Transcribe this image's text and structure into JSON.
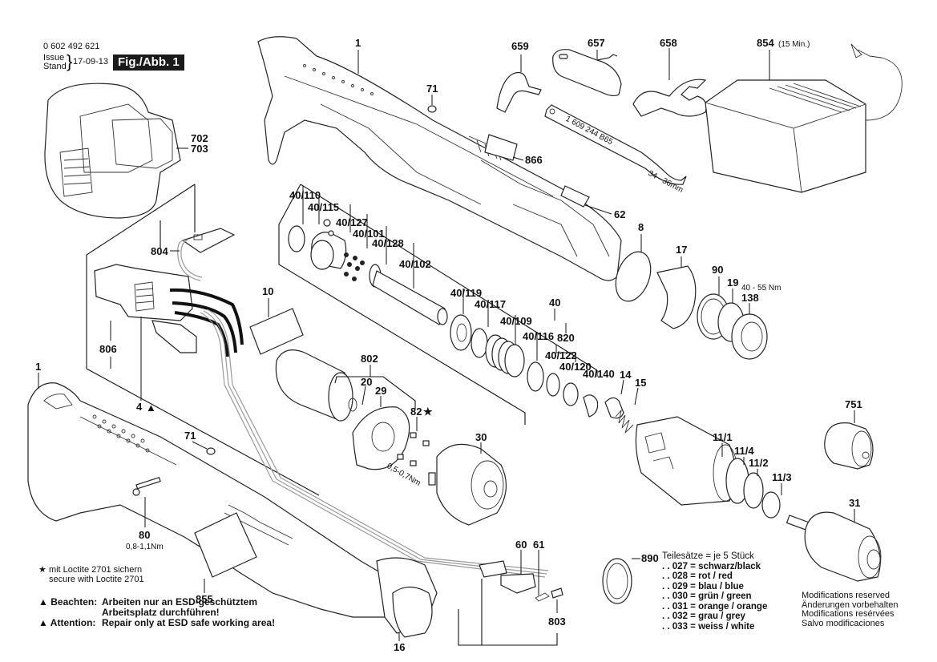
{
  "header": {
    "part_number": "0 602 492 621",
    "issue_label": "Issue",
    "stand_label": "Stand",
    "date": "17-09-13",
    "figure_label": "Fig./Abb. 1"
  },
  "callouts": {
    "housing_top": "1",
    "housing_bottom": "1",
    "cap_top": "71",
    "cap_bottom": "71",
    "clip": "659",
    "hex_key": "657",
    "wrench": "658",
    "charger": "854",
    "charger_note": "(15 Min.)",
    "battery_a": "702",
    "battery_b": "703",
    "label_866": "866",
    "label_62": "62",
    "pcb": "804",
    "switch_group": "806",
    "switch": "4",
    "pad": "10",
    "ring_8": "8",
    "nose_17": "17",
    "ring_90": "90",
    "ring_19": "19",
    "nut_138": "138",
    "torque_138": "40 - 55 Nm",
    "g40_110": "40/110",
    "g40_115": "40/115",
    "g40_127": "40/127",
    "g40_101": "40/101",
    "g40_128": "40/128",
    "g40_102": "40/102",
    "g40_119": "40/119",
    "g40_117": "40/117",
    "g40_109": "40/109",
    "g40_116": "40/116",
    "g40": "40",
    "g820": "820",
    "g40_122": "40/122",
    "g40_120": "40/120",
    "g40_140": "40/140",
    "motor_group": "802",
    "motor_20": "20",
    "plate_29": "29",
    "screw_82": "82",
    "screw_torque": "0,5-0,7Nm",
    "gear_30": "30",
    "part_14": "14",
    "part_15": "15",
    "head_11_1": "11/1",
    "ring_11_4": "11/4",
    "ring_11_2": "11/2",
    "ring_11_3": "11/3",
    "part_751": "751",
    "part_31": "31",
    "screw_80": "80",
    "screw_80_torque": "0,8-1,1Nm",
    "label_855": "855",
    "ring_890": "890",
    "part_60": "60",
    "part_61": "61",
    "part_803": "803",
    "part_16": "16",
    "wrench_text": "1 609 244 B65",
    "wrench_size": "34 - 36mm"
  },
  "notes": {
    "loctite_de": "mit Loctite 2701 sichern",
    "loctite_en": "secure with Loctite 2701",
    "esd_de_label": "Beachten:",
    "esd_de_text_1": "Arbeiten nur an ESD-geschütztem",
    "esd_de_text_2": "Arbeitsplatz durchführen!",
    "esd_en_label": "Attention:",
    "esd_en_text": "Repair only at ESD safe working area!"
  },
  "color_sets": {
    "title": "Teilesätze = je 5 Stück",
    "items": [
      ". . 027 = schwarz/black",
      ". . 028 = rot / red",
      ". . 029 = blau / blue",
      ". . 030 = grün / green",
      ". . 031 = orange / orange",
      ". . 032 = grau / grey",
      ". . 033 = weiss / white"
    ]
  },
  "modifications": [
    "Modifications reserved",
    "Änderungen vorbehalten",
    "Modifications resérvées",
    "Salvo modificaciones"
  ],
  "symbols": {
    "star": "★",
    "triangle": "▲"
  }
}
